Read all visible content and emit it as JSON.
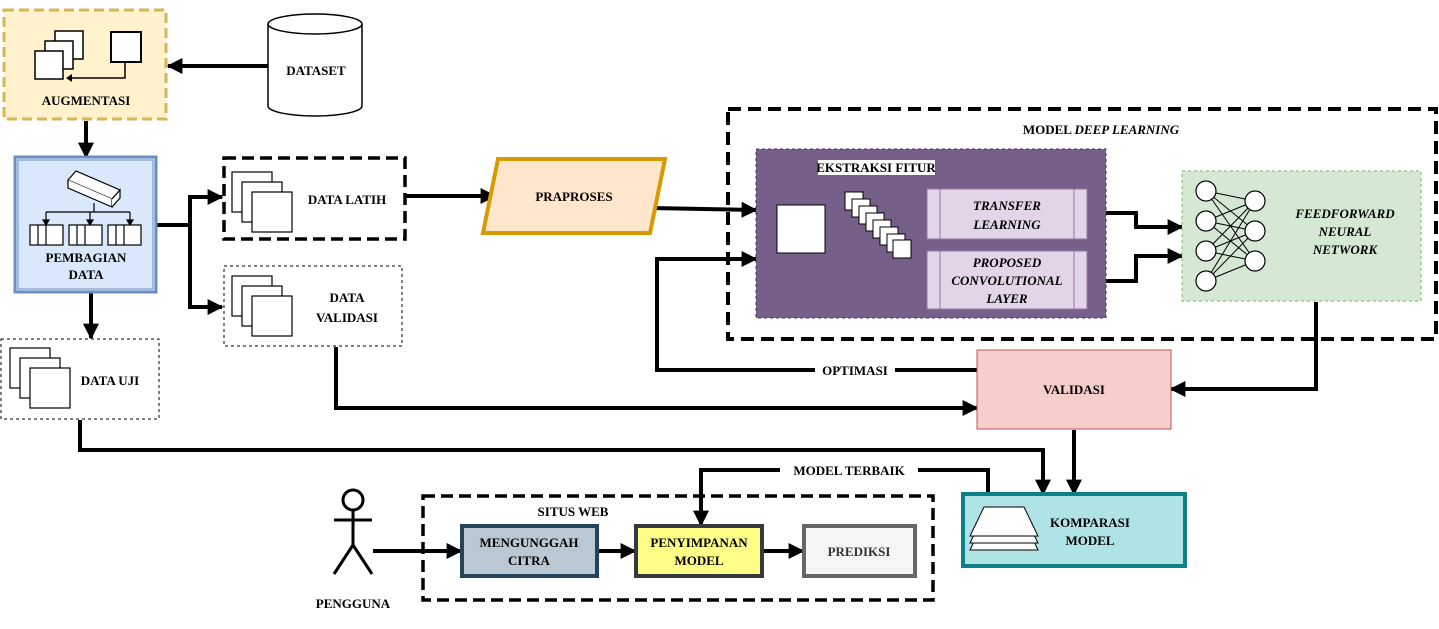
{
  "nodes": {
    "augmentasi": "AUGMENTASI",
    "dataset": "DATASET",
    "pembagian_line1": "PEMBAGIAN",
    "pembagian_line2": "DATA",
    "data_latih": "DATA LATIH",
    "data_validasi_line1": "DATA",
    "data_validasi_line2": "VALIDASI",
    "data_uji": "DATA UJI",
    "praproses": "PRAPROSES",
    "model_title_prefix": "MODEL ",
    "model_title_italic": "DEEP LEARNING",
    "ekstraksi": "EKSTRAKSI FITUR",
    "transfer_line1": "TRANSFER",
    "transfer_line2": "LEARNING",
    "proposed_line1": "PROPOSED",
    "proposed_line2": "CONVOLUTIONAL",
    "proposed_line3": "LAYER",
    "ffnn_line1": "FEEDFORWARD",
    "ffnn_line2": "NEURAL",
    "ffnn_line3": "NETWORK",
    "validasi": "VALIDASI",
    "optimasi": "OPTIMASI",
    "model_terbaik": "MODEL TERBAIK",
    "komparasi_line1": "KOMPARASI",
    "komparasi_line2": "MODEL",
    "situs_web": "SITUS WEB",
    "mengunggah_line1": "MENGUNGGAH",
    "mengunggah_line2": "CITRA",
    "penyimpanan_line1": "PENYIMPANAN",
    "penyimpanan_line2": "MODEL",
    "prediksi": "PREDIKSI",
    "pengguna": "PENGGUNA"
  },
  "colors": {
    "augmentasi_fill": "#fff2cc",
    "augmentasi_border": "#d6b656",
    "pembagian_fill": "#dae8fc",
    "pembagian_border": "#6c8ebf",
    "praproses_fill": "#ffe6cc",
    "praproses_border": "#d79b00",
    "ekstraksi_fill": "#76608a",
    "transfer_fill": "#e1d5e7",
    "ffnn_fill": "#d5e8d4",
    "ffnn_border": "#82b366",
    "validasi_fill": "#f8cecc",
    "validasi_border": "#b85450",
    "komparasi_fill": "#b0e3e6",
    "komparasi_border": "#0e8088",
    "mengunggah_fill": "#bac8d3",
    "mengunggah_border": "#23445d",
    "penyimpanan_fill": "#ffff88",
    "penyimpanan_border": "#36393d",
    "prediksi_fill": "#f5f5f5",
    "prediksi_border": "#666666"
  },
  "icons": [
    "augment-icon",
    "database-icon",
    "split-icon",
    "documents-icon",
    "image-icon",
    "feature-maps-icon",
    "neural-network-icon",
    "stack-icon",
    "person-icon"
  ]
}
